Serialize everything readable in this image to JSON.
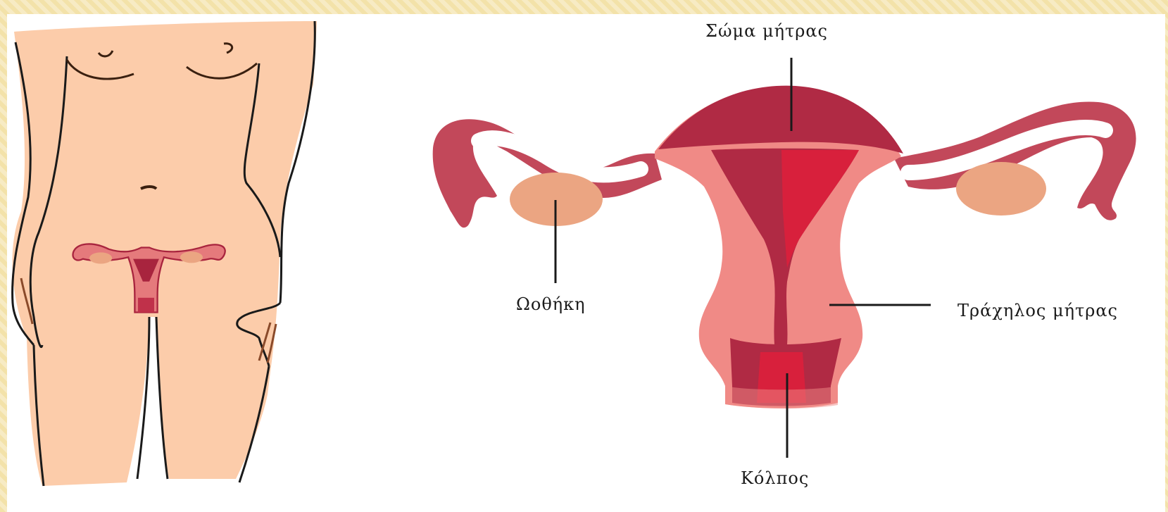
{
  "labels": {
    "uterus_body": "Σώμα μήτρας",
    "ovary": "Ωοθήκη",
    "cervix": "Τράχηλος μήτρας",
    "vagina": "Κόλπος"
  },
  "colors": {
    "skin": "#fcccaa",
    "outline": "#1a1a1a",
    "uterus_light": "#f08a86",
    "uterus_mid": "#e06a6e",
    "uterus_dark": "#a8243e",
    "uterus_bright": "#d8203c",
    "ovary": "#eba582",
    "tube_outer": "#c2485a"
  }
}
